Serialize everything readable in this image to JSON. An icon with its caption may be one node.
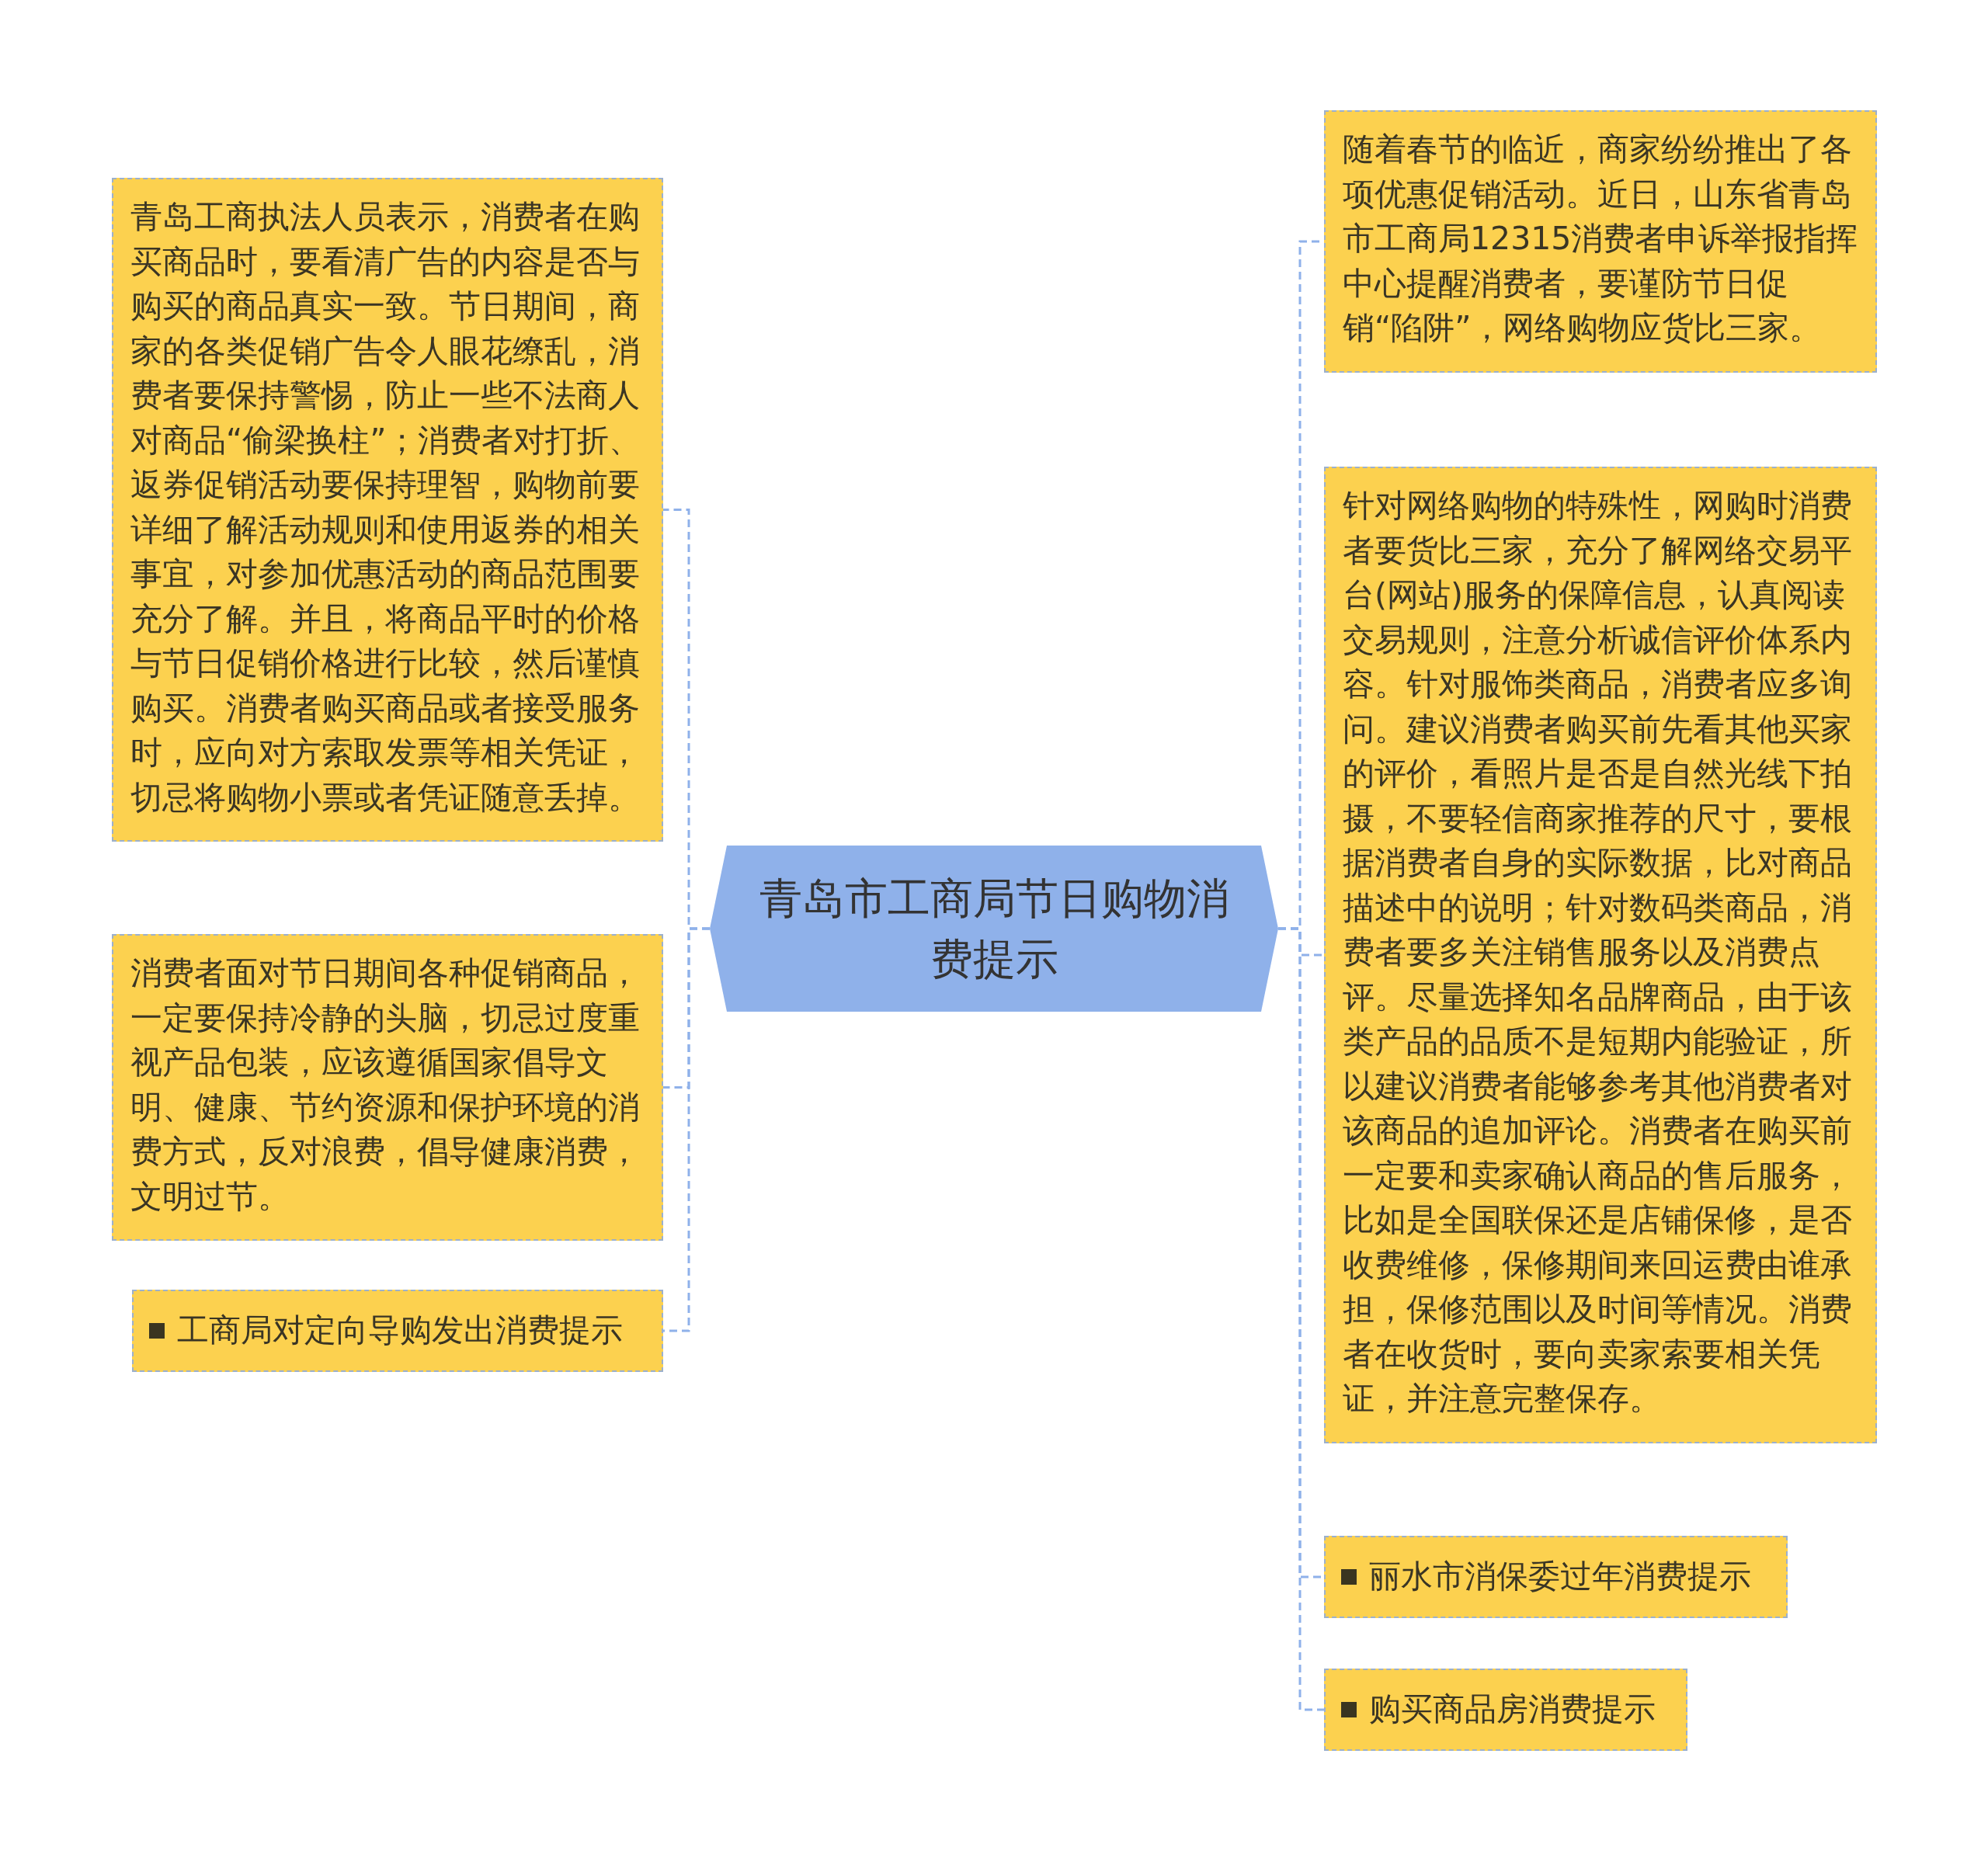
{
  "diagram": {
    "nodes": [
      {
        "text": [
          "青岛市工商局节日购物消费提示"
        ]
      },
      {
        "text": [
          "青岛工商执法人员表示，消费者在购买商品时，要看清广告的内容是否与购买的商品真实一致。节日期间，商家的各类促销广告令人眼花缭乱，消费者要保持警惕，防止一些不法商人对商品“偷梁换柱”；消费者对打折、返券促销活动要保持理智，购物前要详细了解活动规则和使用返券的相关事宜，对参加优惠活动的商品范围要充分了解。并且，将商品平时的价格与节日促销价格进行比较，然后谨慎购买。消费者购买商品或者接受服务时，应向对方索取发票等相关凭证，切忌将购物小票或者凭证随意丢掉。"
        ]
      },
      {
        "text": [
          "消费者面对节日期间各种促销商品，一定要保持冷静的头脑，切忌过度重视产品包装，应该遵循国家倡导文明、健康、节约资源和保护环境的消费方式，反对浪费，倡导健康消费，文明过节。"
        ]
      },
      {
        "text": [
          "工商局对定向导购发出消费提示"
        ]
      },
      {
        "text": [
          "随着春节的临近，商家纷纷推出了各项优惠促销活动。近日，山东省青岛市工商局12315消费者申诉举报指挥中心提醒消费者，要谨防节日促销“陷阱”，网络购物应货比三家。"
        ]
      },
      {
        "text": [
          "针对网络购物的特殊性，网购时消费者要货比三家，充分了解网络交易平台(网站)服务的保障信息，认真阅读交易规则，注意分析诚信评价体系内容。针对服饰类商品，消费者应多询问。建议消费者购买前先看其他买家的评价，看照片是否是自然光线下拍摄，不要轻信商家推荐的尺寸，要根据消费者自身的实际数据，比对商品描述中的说明；针对数码类商品，消费者要多关注销售服务以及消费点评。尽量选择知名品牌商品，由于该类产品的品质不是短期内能验证，所以建议消费者能够参考其他消费者对该商品的追加评论。消费者在购买前一定要和卖家确认商品的售后服务，比如是全国联保还是店铺保修，是否收费维修，保修期间来回运费由谁承担，保修范围以及时间等情况。消费者在收货时，要向卖家索要相关凭证，并注意完整保存。"
        ]
      },
      {
        "text": [
          "丽水市消保委过年消费提示"
        ]
      },
      {
        "text": [
          "购买商品房消费提示"
        ]
      }
    ],
    "edges": [
      {
        "from": 0,
        "to": 1,
        "arrow": "none"
      },
      {
        "from": 0,
        "to": 2,
        "arrow": "none"
      },
      {
        "from": 0,
        "to": 3,
        "arrow": "none"
      },
      {
        "from": 0,
        "to": 4,
        "arrow": "none"
      },
      {
        "from": 0,
        "to": 5,
        "arrow": "none"
      },
      {
        "from": 0,
        "to": 6,
        "arrow": "none"
      },
      {
        "from": 0,
        "to": 7,
        "arrow": "none"
      }
    ]
  }
}
